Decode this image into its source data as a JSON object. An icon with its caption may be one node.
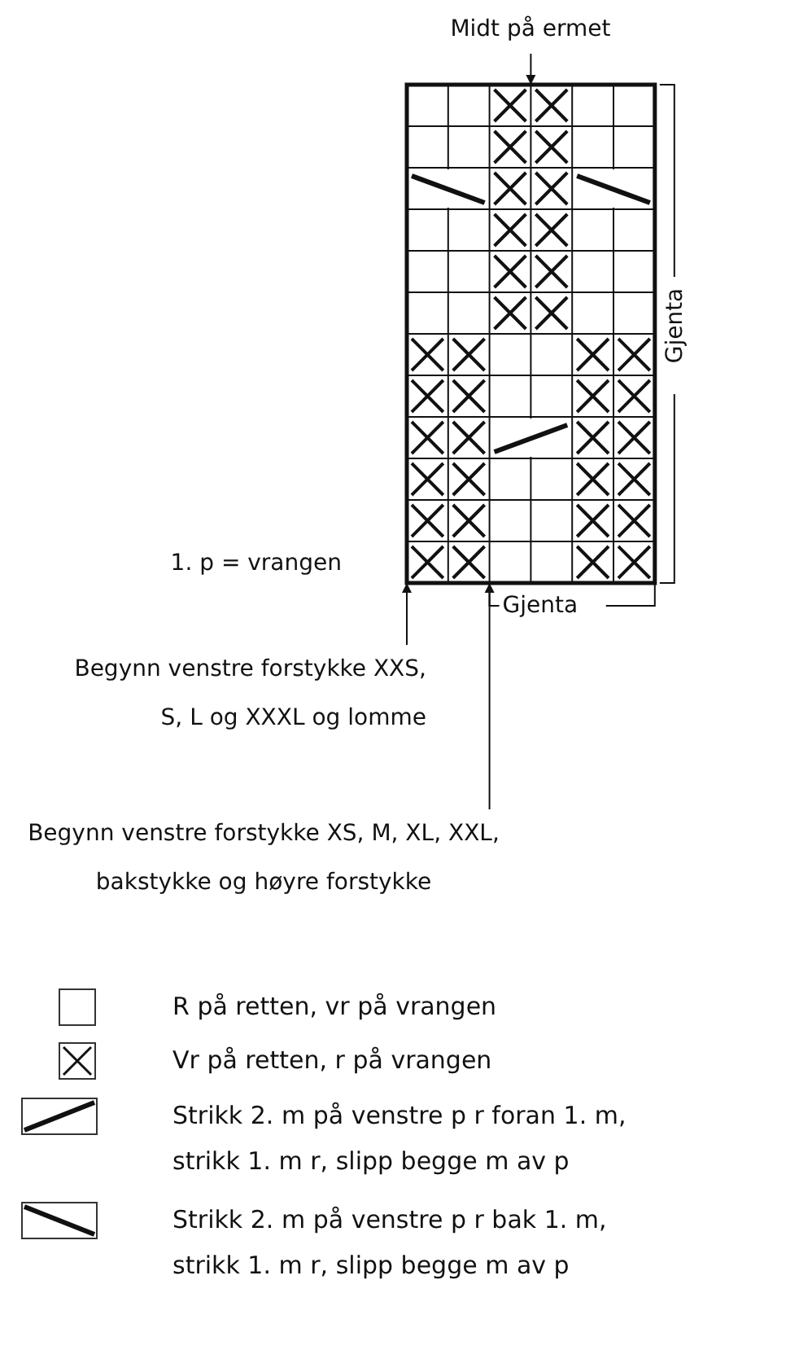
{
  "diagram": {
    "nodes": [
      {
        "text": [
          "Midt på ermet"
        ]
      },
      {
        "text": [
          "Begynn venstre forstykke XXS, S, L og XXXL og lomme"
        ]
      },
      {
        "text": [
          "Begynn venstre forstykke XS, M, XL, XXL, bakstykke og høyre forstykke"
        ]
      },
      {
        "text": [],
        "shape": "picture"
      }
    ],
    "edges": [
      {
        "from": 0,
        "to": 3,
        "arrow": "to"
      },
      {
        "from": 1,
        "to": 3,
        "arrow": "to"
      },
      {
        "from": 2,
        "to": 3,
        "arrow": "to"
      }
    ],
    "labels": [
      "Gjenta",
      "1. p = vrangen",
      "Gjenta"
    ],
    "legend": [
      {
        "text": "R på retten, vr på vrangen"
      },
      {
        "text": "Vr på retten, r på vrangen"
      },
      {
        "text": "Strikk 2. m på venstre p r foran 1. m, strikk 1. m r, slipp begge m av p"
      },
      {
        "text": "Strikk 2. m på venstre p r bak 1. m, strikk 1. m r, slipp begge m av p"
      }
    ]
  }
}
